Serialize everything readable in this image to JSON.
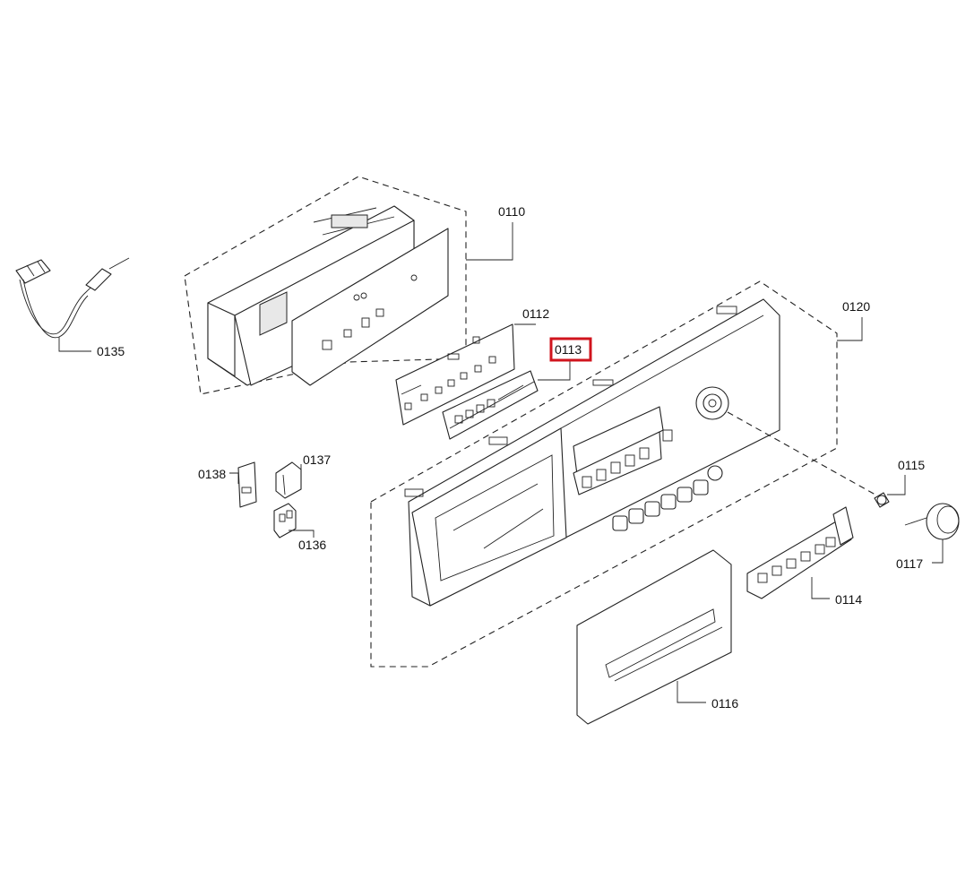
{
  "diagram": {
    "highlight_color": "#d0141d",
    "highlighted_part": "0113",
    "labels": {
      "p0110": "0110",
      "p0112": "0112",
      "p0113": "0113",
      "p0114": "0114",
      "p0115": "0115",
      "p0116": "0116",
      "p0117": "0117",
      "p0120": "0120",
      "p0135": "0135",
      "p0136": "0136",
      "p0137": "0137",
      "p0138": "0138"
    }
  }
}
